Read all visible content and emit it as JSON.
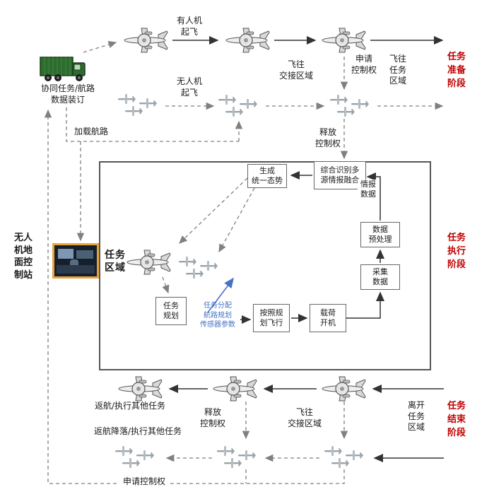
{
  "colors": {
    "phase_red": "#c00000",
    "link_blue": "#4472c4",
    "truck_green": "#2e6b2e",
    "line_dark": "#333333",
    "line_gray": "#808080"
  },
  "phases": {
    "prepare": [
      "任务",
      "准备",
      "阶段"
    ],
    "execute": [
      "任务",
      "执行",
      "阶段"
    ],
    "finish": [
      "任务",
      "结束",
      "阶段"
    ]
  },
  "top": {
    "manned_takeoff": [
      "有人机",
      "起飞"
    ],
    "uav_takeoff": [
      "无人机",
      "起飞"
    ],
    "fly_to_handover": [
      "飞往",
      "交接区域"
    ],
    "apply_control": [
      "申请",
      "控制权"
    ],
    "fly_to_mission": [
      "飞往",
      "任务",
      "区域"
    ],
    "release_control": [
      "释放",
      "控制权"
    ],
    "truck_caption": [
      "协同任务/航路",
      "数据装订"
    ],
    "load_route": "加载航路"
  },
  "mission": {
    "area_label": [
      "任务",
      "区域"
    ],
    "generate_situation": [
      "生成",
      "统一态势"
    ],
    "fusion": [
      "综合识别多",
      "源情报融合"
    ],
    "intel_data": [
      "情报",
      "数据"
    ],
    "preprocess": [
      "数据",
      "预处理"
    ],
    "collect_data": [
      "采集",
      "数据"
    ],
    "planning": [
      "任务",
      "规划"
    ],
    "allocation": [
      "任务分配",
      "航路规划",
      "传感器参数"
    ],
    "fly_per_plan": [
      "按照规",
      "划飞行"
    ],
    "payload_on": [
      "载荷",
      "开机"
    ],
    "gcs_label": [
      "无人",
      "机地",
      "面控",
      "制站"
    ]
  },
  "bottom": {
    "return_or_other": "返航/执行其他任务",
    "release_control": [
      "释放",
      "控制权"
    ],
    "fly_to_handover": [
      "飞往",
      "交接区域"
    ],
    "leave_mission": [
      "离开",
      "任务",
      "区域"
    ],
    "return_land_or_other": "返航降落/执行其他任务",
    "apply_control": "申请控制权"
  }
}
